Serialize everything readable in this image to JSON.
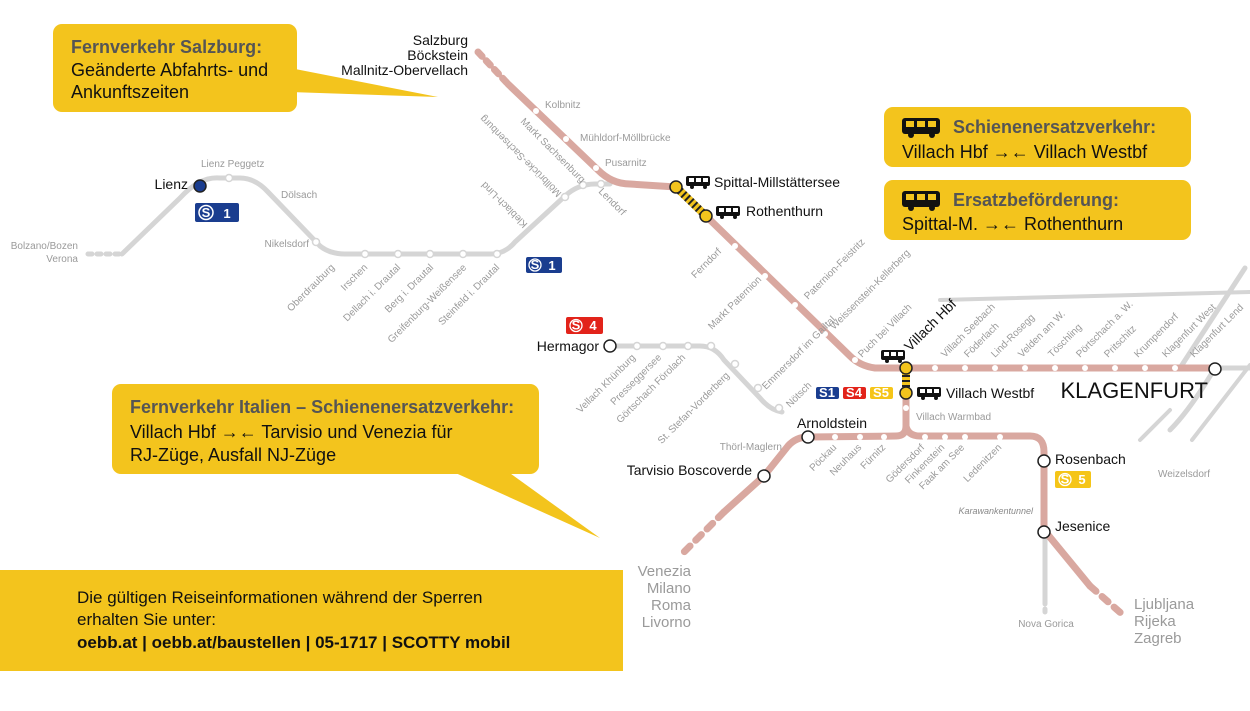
{
  "callouts": {
    "salzburg": {
      "line1": "Fernverkehr Salzburg:",
      "line2": "Geänderte Abfahrts- und",
      "line3": "Ankunftszeiten"
    },
    "sev": {
      "title": "Schienenersatzverkehr:",
      "text": "Villach Hbf →← Villach Westbf"
    },
    "ersatz": {
      "title": "Ersatzbeförderung:",
      "text": "Spittal-M. →← Rothenthurn"
    },
    "italien": {
      "title": "Fernverkehr Italien – Schienenersatzverkehr:",
      "line2": "Villach Hbf →← Tarvisio und Venezia für",
      "line3": "RJ-Züge, Ausfall NJ-Züge"
    }
  },
  "footer": {
    "line1": "Die gültigen Reiseinformationen während der Sperren",
    "line2": "erhalten Sie unter:",
    "line3": "oebb.at | oebb.at/baustellen | 05-1717 | SCOTTY mobil"
  },
  "destinations": {
    "north": [
      "Salzburg",
      "Böckstein",
      "Mallnitz-Obervellach"
    ],
    "west": [
      "Bolzano/Bozen",
      "Verona"
    ],
    "italy": [
      "Venezia",
      "Milano",
      "Roma",
      "Livorno"
    ],
    "slovenia": [
      "Ljubljana",
      "Rijeka",
      "Zagreb"
    ]
  },
  "major_stations": {
    "lienz": "Lienz",
    "spittal": "Spittal-Millstättersee",
    "rothenthurn": "Rothenthurn",
    "villach_hbf": "Villach Hbf",
    "villach_westbf": "Villach Westbf",
    "hermagor": "Hermagor",
    "arnoldstein": "Arnoldstein",
    "tarvisio": "Tarvisio Boscoverde",
    "rosenbach": "Rosenbach",
    "jesenice": "Jesenice",
    "klagenfurt": "KLAGENFURT"
  },
  "minor_stations": {
    "lienz_peggetz": "Lienz Peggetz",
    "doelsach": "Dölsach",
    "nikelsdorf": "Nikelsdorf",
    "oberdrauburg": "Oberdrauburg",
    "irschen": "Irschen",
    "dellach": "Dellach i. Drautal",
    "berg": "Berg i. Drautal",
    "greifenburg": "Greifenburg-Weißensee",
    "steinfeld": "Steinfeld i. Drautal",
    "kleblach": "Kleblach-Lind",
    "moellbruecke": "Möllbrücke-Sachsenburg",
    "lendorf": "Lendorf",
    "kolbnitz": "Kolbnitz",
    "markt_sachsenburg": "Markt Sachsenburg",
    "muehldorf": "Mühldorf-Möllbrücke",
    "pusarnitz": "Pusarnitz",
    "ferndorf": "Ferndorf",
    "paternion_feistritz": "Paternion-Feistritz",
    "weissenstein": "Weissenstein-Kellerberg",
    "puch": "Puch bei Villach",
    "markt_paternion": "Markt Paternion",
    "emmersdorf": "Emmersdorf im Gailtal",
    "noetsch": "Nötsch",
    "vellach": "Vellach Khünburg",
    "presseggersee": "Presseggersee",
    "goertschach": "Görtschach Förolach",
    "st_stefan": "St. Stefan-Vorderberg",
    "villach_seebach": "Villach Seebach",
    "foederlach": "Föderlach",
    "lind": "Lind-Rosegg",
    "velden": "Velden am W.",
    "toeschling": "Töschling",
    "poertschach": "Pörtschach a. W.",
    "pritschitz": "Pritschitz",
    "krumpendorf": "Krumpendorf",
    "klagenfurt_west": "Klagenfurt West",
    "klagenfurt_lend": "Klagenfurt Lend",
    "villach_warmbad": "Villach Warmbad",
    "thoerl": "Thörl-Maglern",
    "poeckau": "Pöckau",
    "neuhaus": "Neuhaus",
    "fuernitz": "Fürnitz",
    "goedersdorf": "Gödersdorf",
    "finkenstein": "Finkenstein",
    "faak": "Faak am See",
    "ledenitzen": "Ledenitzen",
    "weizelsdorf": "Weizelsdorf",
    "nova_gorica": "Nova Gorica",
    "karawanken": "Karawankentunnel"
  },
  "badges": {
    "s1": "1",
    "s4": "4",
    "s5": "5"
  },
  "colors": {
    "main_line": "#d9a8a0",
    "grey_line": "#d5d5d5",
    "yellow": "#f3c41d",
    "s1_blue": "#1a3d8f",
    "s4_red": "#e2231a",
    "s5_yellow": "#f5c518"
  }
}
